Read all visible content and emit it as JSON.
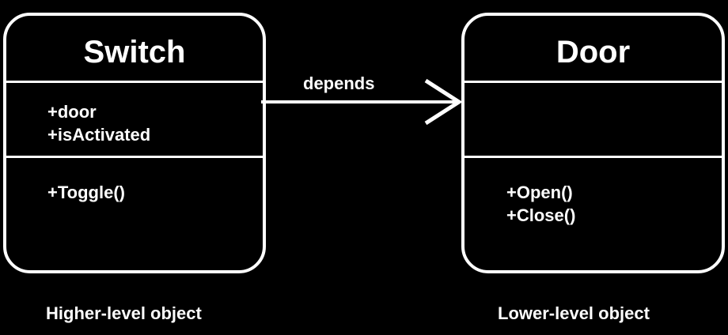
{
  "switch_class": {
    "name": "Switch",
    "attributes": [
      "+door",
      "+isActivated"
    ],
    "methods": [
      "+Toggle()"
    ]
  },
  "door_class": {
    "name": "Door",
    "attributes": [],
    "methods": [
      "+Open()",
      "+Close()"
    ]
  },
  "relationship": {
    "label": "depends"
  },
  "captions": {
    "left": "Higher-level object",
    "right": "Lower-level object"
  },
  "colors": {
    "background": "#000000",
    "foreground": "#ffffff"
  }
}
